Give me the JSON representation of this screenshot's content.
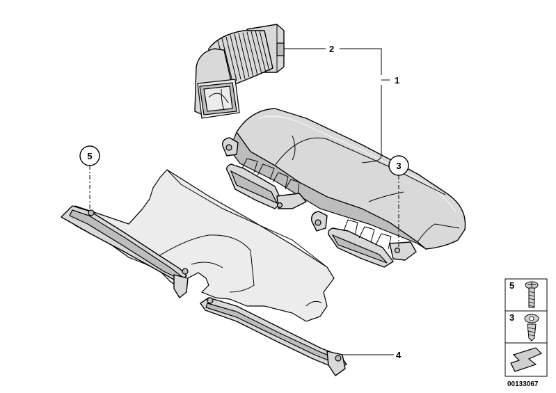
{
  "callouts": {
    "c1": "1",
    "c2": "2",
    "c3": "3",
    "c4": "4",
    "c5": "5"
  },
  "legend": {
    "item_5": "5",
    "item_3": "3"
  },
  "catalog_number": "00133067",
  "icons": {
    "screw_5": "torx-screw-icon",
    "screw_3": "torx-screw-icon",
    "arrow": "arrow-icon"
  }
}
